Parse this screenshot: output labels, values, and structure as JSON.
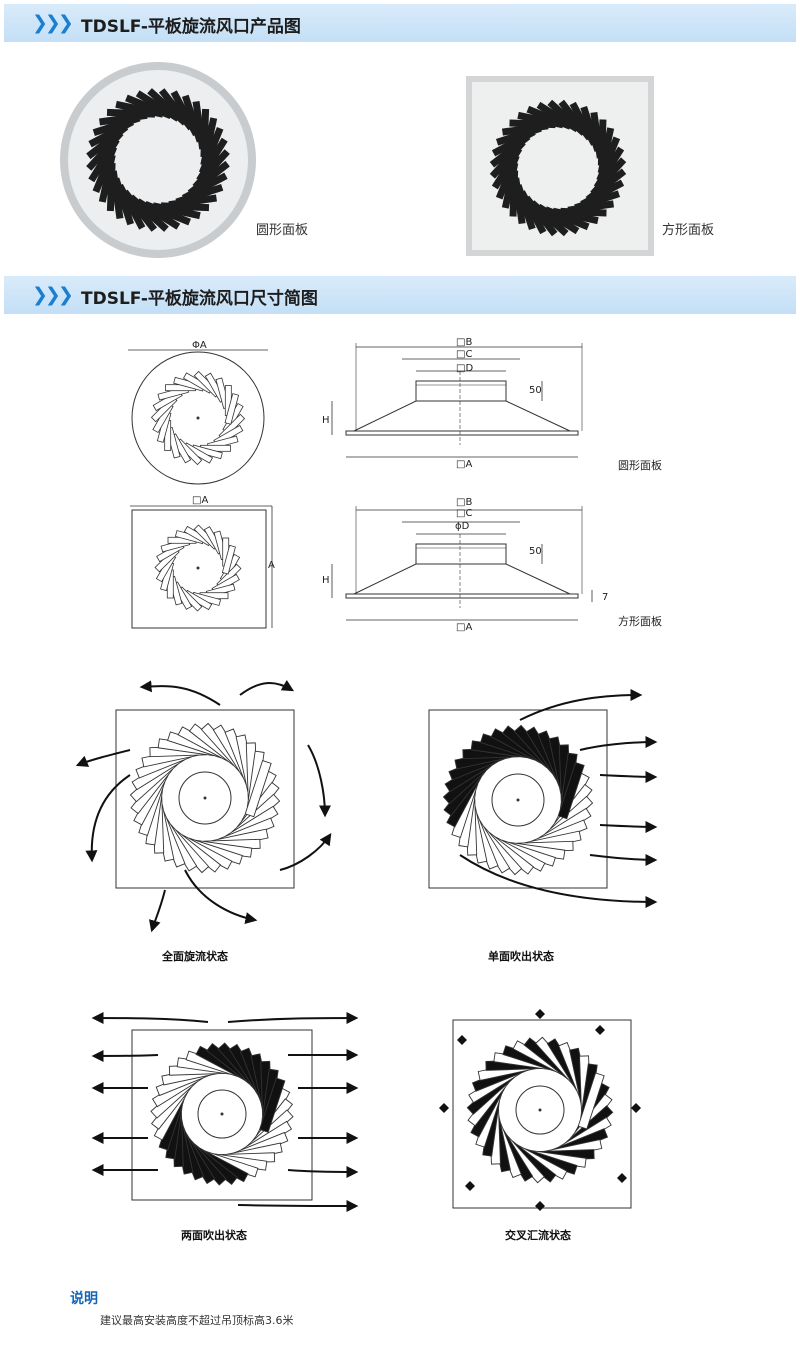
{
  "section1": {
    "chevrons": "❯❯❯",
    "title": "TDSLF-平板旋流风口产品图"
  },
  "photos": {
    "round_caption": "圆形面板",
    "square_caption": "方形面板"
  },
  "section2": {
    "chevrons": "❯❯❯",
    "title": "TDSLF-平板旋流风口尺寸简图"
  },
  "dimension_labels": {
    "phi_a": "ΦA",
    "box_a": "□A",
    "box_b": "□B",
    "box_c": "□C",
    "box_d": "□D",
    "phi_d": "ϕD",
    "h": "H",
    "fifty": "50",
    "a": "A",
    "seven": "7",
    "round_panel": "圆形面板",
    "square_panel": "方形面板"
  },
  "states": {
    "full_swirl": "全面旋流状态",
    "single_side": "单面吹出状态",
    "double_side": "两面吹出状态",
    "cross_flow": "交叉汇流状态"
  },
  "note": {
    "title": "说明",
    "text": "建议最高安装高度不超过吊顶标高3.6米"
  }
}
